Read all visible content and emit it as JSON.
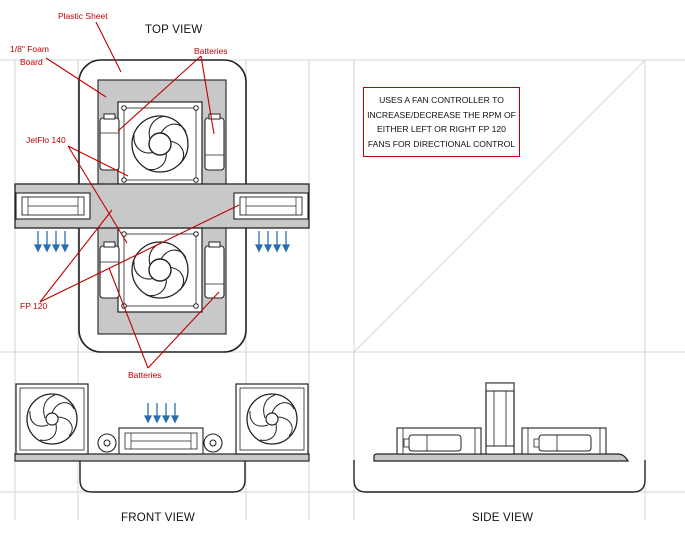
{
  "views": {
    "top": "TOP VIEW",
    "front": "FRONT VIEW",
    "side": "SIDE VIEW"
  },
  "labels": {
    "plastic_sheet": "Plastic Sheet",
    "foam_board_line1": "1/8\" Foam",
    "foam_board_line2": "Board",
    "batteries_top": "Batteries",
    "jetflo": "JetFlo 140",
    "fp120": "FP 120",
    "batteries_bottom": "Batteries"
  },
  "note": {
    "lines": [
      "USES A FAN CONTROLLER TO",
      "INCREASE/DECREASE THE RPM OF",
      "EITHER LEFT OR RIGHT FP 120",
      "FANS FOR DIRECTIONAL CONTROL"
    ]
  },
  "colors": {
    "annotation": "#c00000",
    "airflow_arrows": "#2b6cb0",
    "board_gray": "#c8c8c8",
    "grid": "#d6d6d6"
  }
}
